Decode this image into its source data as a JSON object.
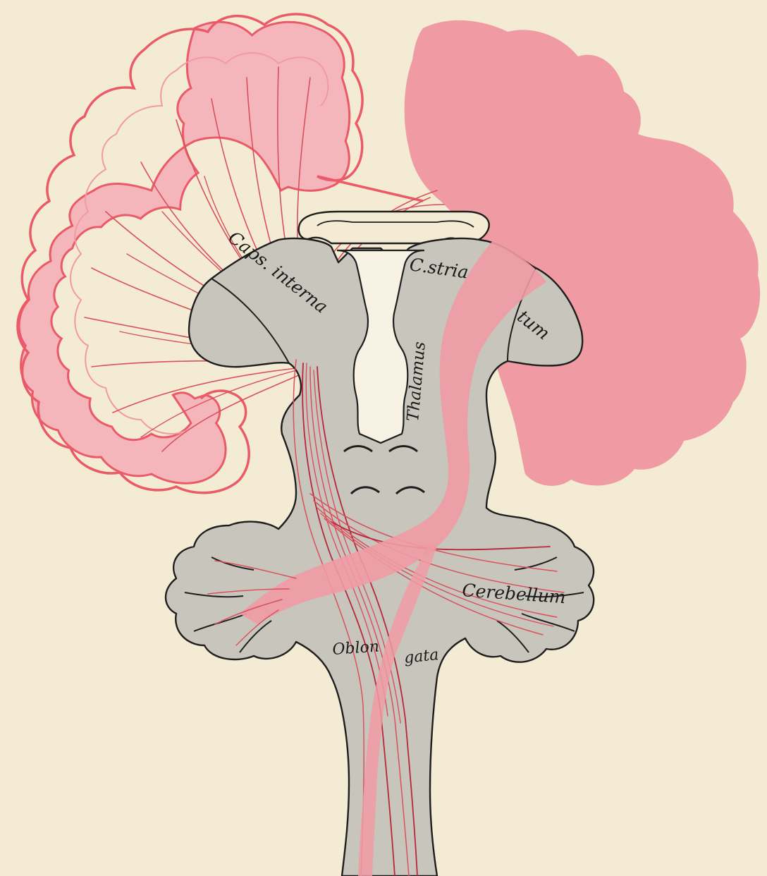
{
  "figure": {
    "labels": {
      "caps_interna": "Caps. interna",
      "c_stria": "C.stria",
      "tum": "tum",
      "thalamus": "Thalamus",
      "cerebellum": "Cerebellum",
      "oblon": "Oblon",
      "gata": "gata"
    },
    "colors": {
      "background": "#f3ebd3",
      "hemisphere_fill": "#f09aa3",
      "cortex_outline": "#ea5a68",
      "fiber": "#d9505d",
      "gray_matter": "#c8c5bc"
    }
  }
}
